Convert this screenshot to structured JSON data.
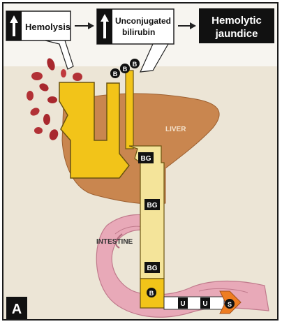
{
  "panel_letter": "A",
  "header": {
    "box1_label": "Hemolysis",
    "box2_label_line1": "Unconjugated",
    "box2_label_line2": "bilirubin",
    "box3_label_line1": "Hemolytic",
    "box3_label_line2": "jaundice"
  },
  "labels": {
    "liver": "LIVER",
    "intestine": "INTESTINE"
  },
  "markers": {
    "bilirubin": "B",
    "bilirubin_glucuronide": "BG",
    "urobilinogen": "U",
    "stercobilin": "S"
  },
  "colors": {
    "header_bg": "#ffffff",
    "dark_box": "#111111",
    "bile_yellow": "#f2c419",
    "pale_yellow": "#f4e49a",
    "liver": "#c9864f",
    "intestine": "#e8a9b8",
    "stercobilin": "#ee7d22"
  }
}
